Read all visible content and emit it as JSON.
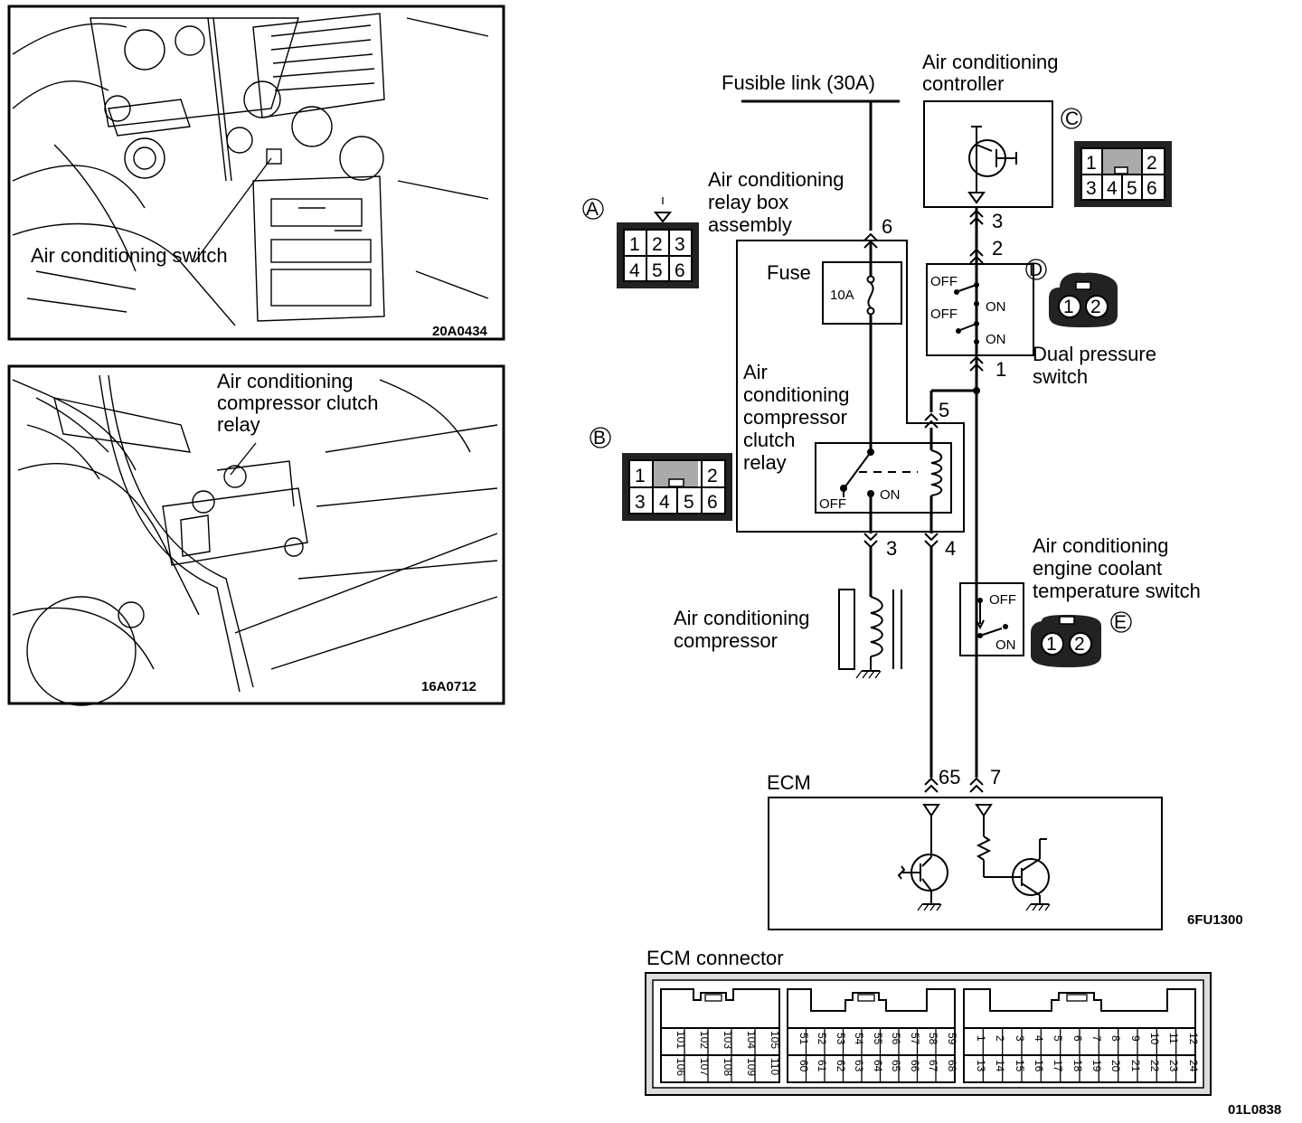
{
  "photos": {
    "switch_photo": {
      "label": "Air conditioning switch",
      "code": "20A0434"
    },
    "relay_photo": {
      "label_lines": [
        "Air conditioning",
        "compressor clutch",
        "relay"
      ],
      "code": "16A0712"
    }
  },
  "circuit": {
    "fusible_link": "Fusible link (30A)",
    "controller_lines": [
      "Air conditioning",
      "controller"
    ],
    "relay_box_lines": [
      "Air conditioning",
      "relay box",
      "assembly"
    ],
    "fuse_label": "Fuse",
    "fuse_rating": "10A",
    "clutch_relay_lines": [
      "Air",
      "conditioning",
      "compressor",
      "clutch",
      "relay"
    ],
    "dual_pressure_lines": [
      "Dual pressure",
      "switch"
    ],
    "coolant_switch_lines": [
      "Air conditioning",
      "engine coolant",
      "temperature switch"
    ],
    "compressor_lines": [
      "Air conditioning",
      "compressor"
    ],
    "ecm_label": "ECM",
    "off": "OFF",
    "on": "ON",
    "pins": {
      "p6": "6",
      "p3_top": "3",
      "p2": "2",
      "p1": "1",
      "p5": "5",
      "p3_bottom": "3",
      "p4": "4",
      "p65": "65",
      "p7": "7"
    },
    "diagram_code": "6FU1300"
  },
  "connectors": {
    "A": {
      "letter": "A",
      "pins": [
        "1",
        "2",
        "3",
        "4",
        "5",
        "6"
      ]
    },
    "B": {
      "letter": "B",
      "pins": [
        "1",
        "2",
        "3",
        "4",
        "5",
        "6"
      ]
    },
    "C": {
      "letter": "C",
      "pins": [
        "1",
        "2",
        "3",
        "4",
        "5",
        "6"
      ]
    },
    "D": {
      "letter": "D",
      "pins": [
        "1",
        "2"
      ]
    },
    "E": {
      "letter": "E",
      "pins": [
        "1",
        "2"
      ]
    }
  },
  "ecm_connector": {
    "title": "ECM connector",
    "block1_top": [
      "101",
      "102",
      "103",
      "104",
      "105"
    ],
    "block1_bottom": [
      "106",
      "107",
      "108",
      "109",
      "110"
    ],
    "block2_top": [
      "51",
      "52",
      "53",
      "54",
      "55",
      "56",
      "57",
      "58",
      "59"
    ],
    "block2_bottom": [
      "60",
      "61",
      "62",
      "63",
      "64",
      "65",
      "66",
      "67",
      "68"
    ],
    "block3_top": [
      "1",
      "2",
      "3",
      "4",
      "5",
      "6",
      "7",
      "8",
      "9",
      "10",
      "11",
      "12"
    ],
    "block3_bottom": [
      "13",
      "14",
      "15",
      "16",
      "17",
      "18",
      "19",
      "20",
      "21",
      "22",
      "23",
      "24"
    ],
    "code": "01L0838"
  }
}
